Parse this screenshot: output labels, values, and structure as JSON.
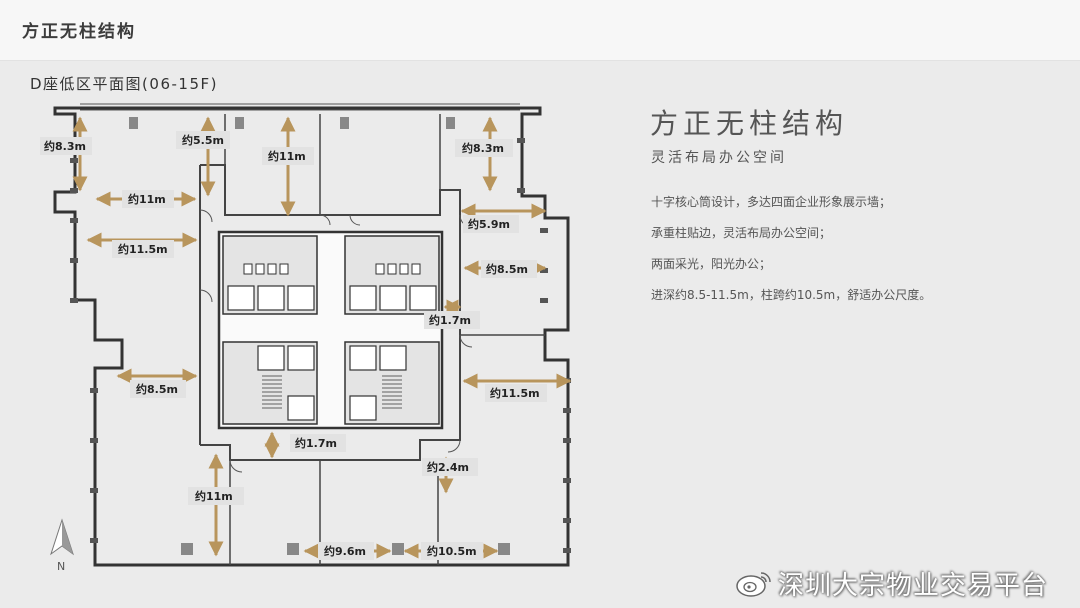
{
  "header": {
    "title": "方正无柱结构"
  },
  "plan": {
    "caption": "D座低区平面图(06-15F)",
    "north": "N",
    "dimensions": [
      {
        "id": "d1",
        "label": "约8.3m"
      },
      {
        "id": "d2",
        "label": "约5.5m"
      },
      {
        "id": "d3",
        "label": "约11m"
      },
      {
        "id": "d4",
        "label": "约8.3m"
      },
      {
        "id": "d5",
        "label": "约11m"
      },
      {
        "id": "d6",
        "label": "约5.9m"
      },
      {
        "id": "d7",
        "label": "约11.5m"
      },
      {
        "id": "d8",
        "label": "约8.5m"
      },
      {
        "id": "d9",
        "label": "约1.7m"
      },
      {
        "id": "d10",
        "label": "约8.5m"
      },
      {
        "id": "d11",
        "label": "约11.5m"
      },
      {
        "id": "d12",
        "label": "约1.7m"
      },
      {
        "id": "d13",
        "label": "约2.4m"
      },
      {
        "id": "d14",
        "label": "约11m"
      },
      {
        "id": "d15",
        "label": "约9.6m"
      },
      {
        "id": "d16",
        "label": "约10.5m"
      }
    ]
  },
  "info": {
    "title": "方正无柱结构",
    "subtitle": "灵活布局办公空间",
    "lines": [
      "十字核心筒设计，多达四面企业形象展示墙；",
      "承重柱贴边，灵活布局办公空间；",
      "两面采光，阳光办公；",
      "进深约8.5-11.5m，柱跨约10.5m，舒适办公尺度。"
    ]
  },
  "watermark": {
    "text": "深圳大宗物业交易平台"
  },
  "colors": {
    "arrow": "#b8955c",
    "wall": "#333333",
    "label_bg": "#e2e2e2"
  }
}
